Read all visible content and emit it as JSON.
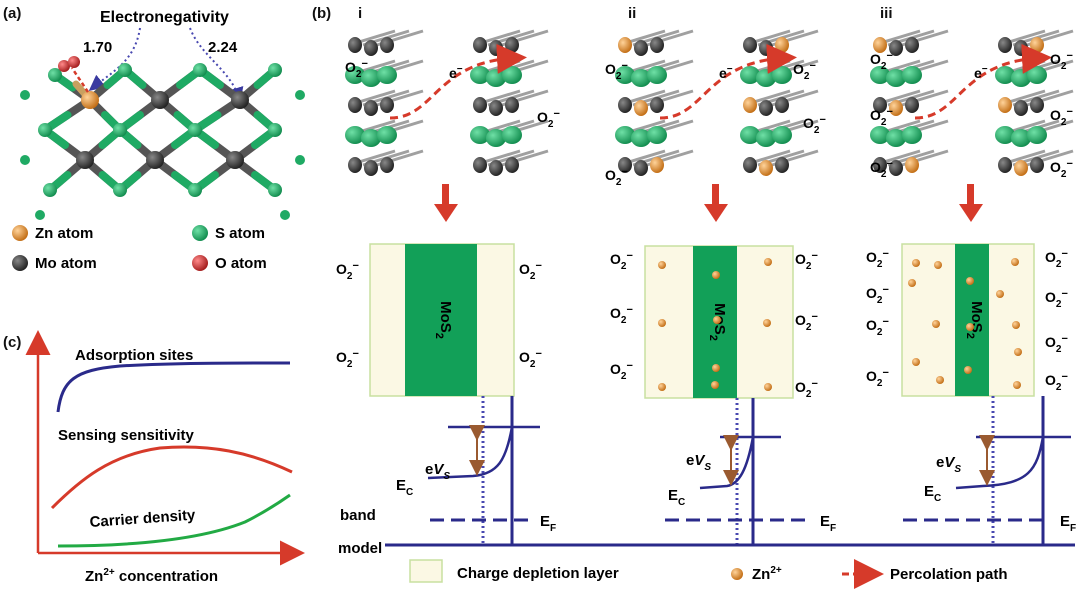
{
  "panels": {
    "a": "(a)",
    "b": "(b)",
    "c": "(c)"
  },
  "panel_a": {
    "title": "Electronegativity",
    "value_zn": "1.70",
    "value_mo": "2.24",
    "legend": [
      {
        "label": "Zn atom",
        "color": "#f0a040"
      },
      {
        "label": "S atom",
        "color": "#1faa64"
      },
      {
        "label": "Mo atom",
        "color": "#3a3a3a"
      },
      {
        "label": "O atom",
        "color": "#d03030"
      }
    ]
  },
  "panel_b": {
    "columns": [
      "i",
      "ii",
      "iii"
    ],
    "oxygen": "O",
    "oxygen_sub": "2",
    "oxygen_sup": "−",
    "electron": "e",
    "electron_sup": "−",
    "mos2_main": "MoS",
    "mos2_sub": "2",
    "ev_e": "e",
    "ev_v": "V",
    "ev_s": "S",
    "ec_main": "E",
    "ec_sub": "C",
    "ef_main": "E",
    "ef_sub": "F",
    "band_line1": "band",
    "band_line2": "model",
    "legend": {
      "depletion": "Charge depletion layer",
      "zn_main": "Zn",
      "zn_sup": "2+",
      "percolation": "Percolation path"
    }
  },
  "panel_c": {
    "curves": [
      {
        "label": "Adsorption sites",
        "color": "#2a2a8a"
      },
      {
        "label": "Sensing sensitivity",
        "color": "#d63a2a"
      },
      {
        "label": "Carrier density",
        "color": "#22aa44"
      }
    ],
    "xlabel_main": "Zn",
    "xlabel_sup": "2+",
    "xlabel_rest": " concentration"
  },
  "colors": {
    "sulfur": "#1faa64",
    "molybdenum": "#3a3a3a",
    "zinc": "#f0a040",
    "oxygen_atom": "#d03030",
    "arrow_red": "#d63a2a",
    "band_navy": "#2a2a8a",
    "depletion_fill": "#fbf8e4",
    "depletion_border": "#c8e0a0",
    "mos2_green": "#12a058",
    "brown": "#9a5a30",
    "dotted_purple": "#4848b0"
  }
}
